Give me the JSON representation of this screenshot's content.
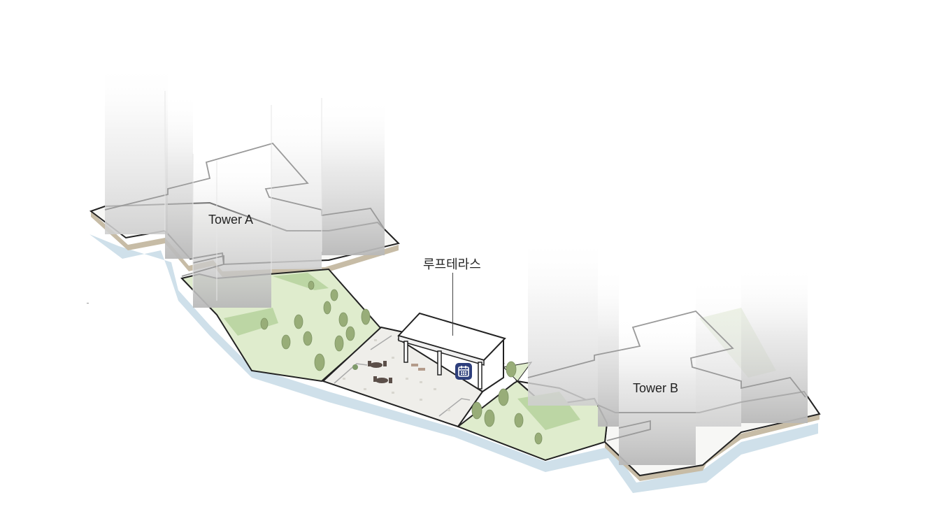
{
  "labels": {
    "tower_a": "Tower A",
    "tower_b": "Tower B",
    "rooftop_terrace": "루프테라스"
  },
  "icons": {
    "facility": "calendar-icon"
  },
  "colors": {
    "landscape_green": "#dfeccd",
    "landscape_green_dark": "#bcd6a4",
    "plaza_paving": "#efeeea",
    "water_shadow": "#cfe0ea",
    "tower_glass": "#d8d8d8",
    "outline": "#222222",
    "tree": "#98ad78",
    "icon_bg": "#2e3f7c"
  }
}
